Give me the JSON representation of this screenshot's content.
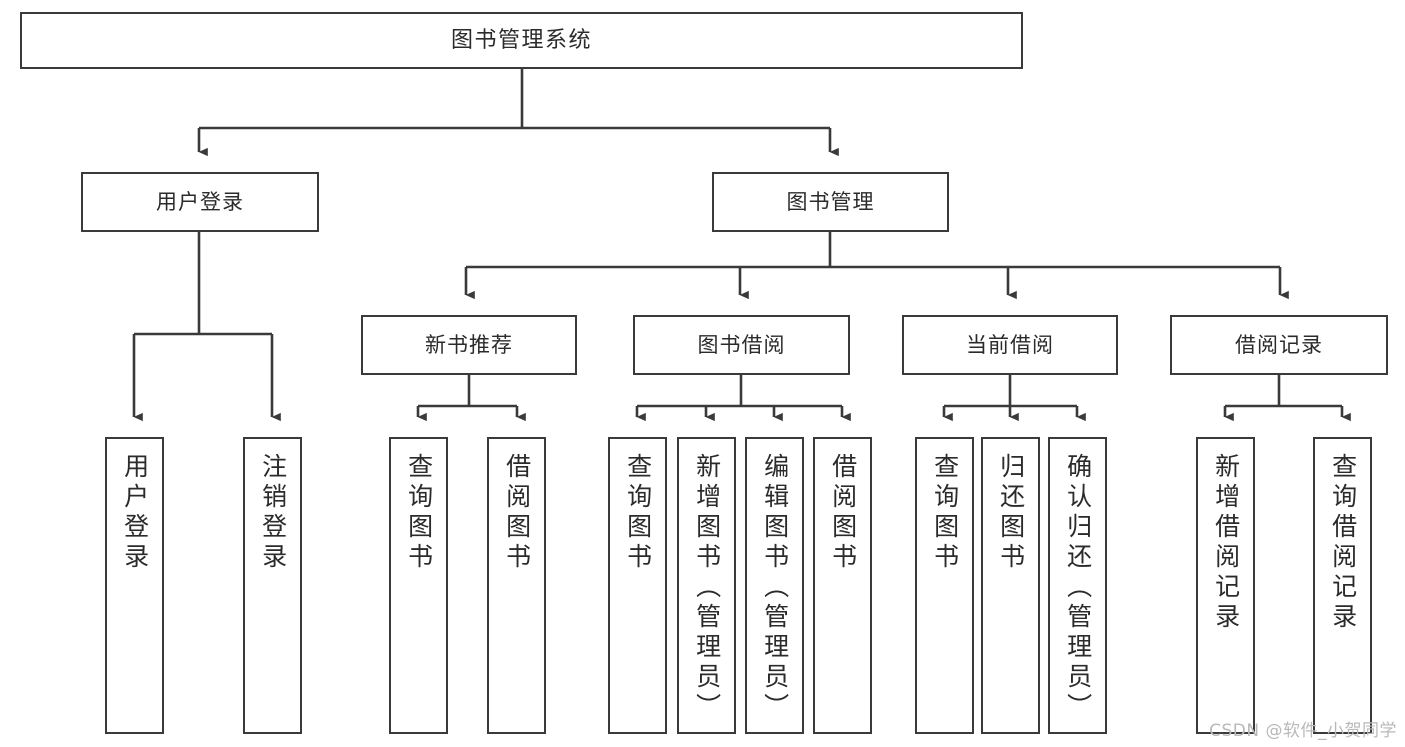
{
  "diagram": {
    "title": "图书管理系统",
    "type": "tree-hierarchy-chart",
    "watermark": "CSDN @软件_小贺同学",
    "colors": {
      "stroke": "#3a3a3a",
      "fill": "#ffffff",
      "text": "#2b2b2b",
      "watermark": "#b9b9b9"
    },
    "nodes": {
      "root": "图书管理系统",
      "level1": [
        "用户登录",
        "图书管理"
      ],
      "level2": [
        "新书推荐",
        "图书借阅",
        "当前借阅",
        "借阅记录"
      ],
      "leaves": {
        "user_login": [
          "用户登录",
          "注销登录"
        ],
        "new_book_recommend": [
          "查询图书",
          "借阅图书"
        ],
        "book_borrow": [
          "查询图书",
          "新增图书（管理员）",
          "编辑图书（管理员）",
          "借阅图书"
        ],
        "current_borrow": [
          "查询图书",
          "归还图书",
          "确认归还（管理员）"
        ],
        "borrow_record": [
          "新增借阅记录",
          "查询借阅记录"
        ]
      }
    }
  }
}
